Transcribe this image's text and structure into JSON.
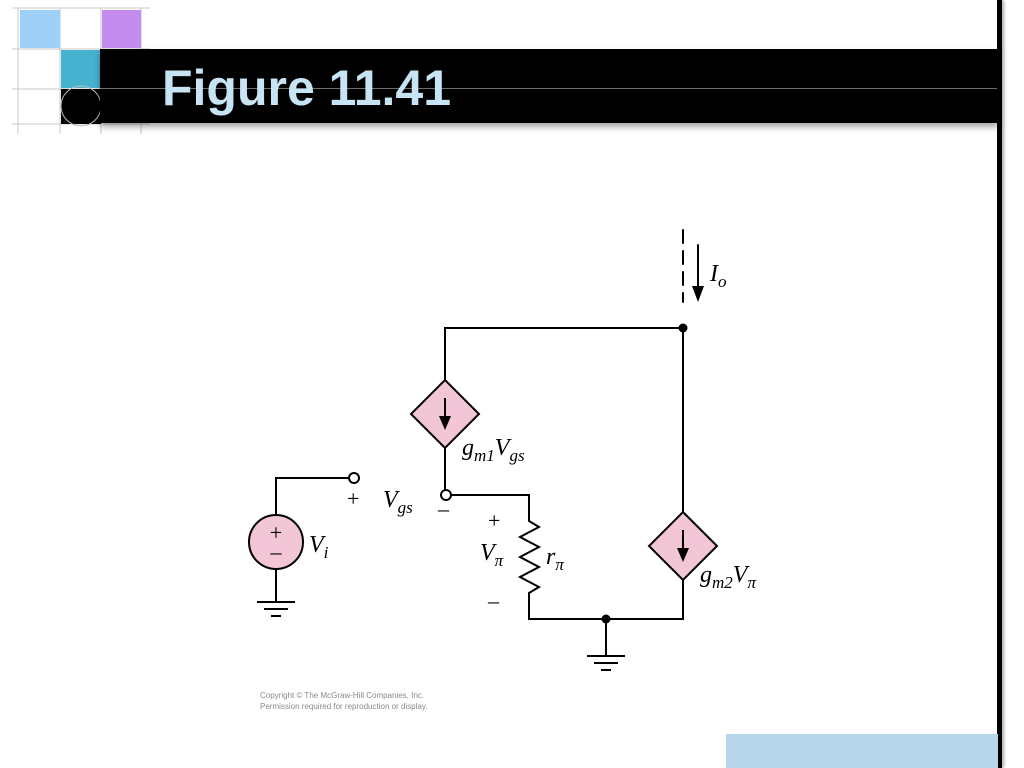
{
  "slide": {
    "title": "Figure 11.41",
    "copyright": {
      "line1": "Copyright © The McGraw-Hill Companies, Inc.",
      "line2": "Permission required for reproduction or display."
    }
  },
  "colors": {
    "title_text": "#c7e4f4",
    "source_fill": "#f2c6d6",
    "deco_blue": "#9ed0f8",
    "deco_purple": "#c58cf0",
    "deco_teal": "#45b2d0",
    "bottom_tab": "#b7d6eb"
  },
  "diagram": {
    "labels": {
      "io_I": "I",
      "io_sub": "o",
      "gm1_g": "g",
      "gm1_sub": "m1",
      "gm1_V": "V",
      "gm1_vsub": "gs",
      "vgs_plus": "+",
      "vgs_V": "V",
      "vgs_sub": "gs",
      "vgs_minus": "–",
      "vi_V": "V",
      "vi_sub": "i",
      "src_plus": "+",
      "src_minus": "–",
      "vpi_plus": "+",
      "vpi_V": "V",
      "vpi_sub": "π",
      "vpi_minus": "–",
      "rpi_r": "r",
      "rpi_sub": "π",
      "gm2_g": "g",
      "gm2_sub": "m2",
      "gm2_V": "V",
      "gm2_vsub": "π"
    }
  }
}
